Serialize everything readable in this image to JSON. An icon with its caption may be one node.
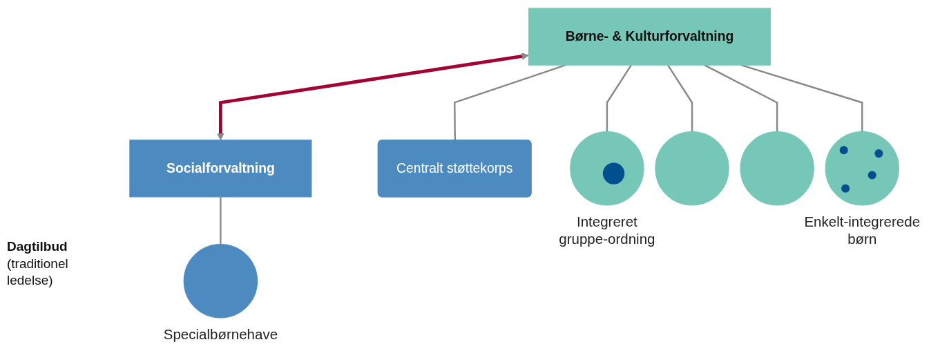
{
  "diagram": {
    "nodes": [
      {
        "text": [
          "Børne- & Kulturforvaltning"
        ]
      },
      {
        "text": [
          "Socialforvaltning"
        ]
      },
      {
        "text": [
          "Centralt støttekorps"
        ]
      },
      {
        "text": [],
        "shape": "circle",
        "beside": [
          "Integreret gruppe-ordning"
        ]
      },
      {
        "text": [],
        "shape": "circle"
      },
      {
        "text": [],
        "shape": "circle"
      },
      {
        "text": [],
        "shape": "circle",
        "beside": [
          "Enkelt-integrerede børn"
        ]
      },
      {
        "text": [],
        "shape": "circle",
        "beside": [
          "Specialbørnehave"
        ]
      }
    ],
    "edges": [
      {
        "from": 0,
        "to": 1,
        "arrow": "both",
        "style": "thick",
        "color": "#a50034"
      },
      {
        "from": 0,
        "to": 2,
        "arrow": "none"
      },
      {
        "from": 0,
        "to": 3,
        "arrow": "none"
      },
      {
        "from": 0,
        "to": 4,
        "arrow": "none"
      },
      {
        "from": 0,
        "to": 5,
        "arrow": "none"
      },
      {
        "from": 0,
        "to": 6,
        "arrow": "none"
      },
      {
        "from": 1,
        "to": 7,
        "arrow": "none"
      }
    ],
    "labels": [
      "Dagtilbud",
      "(traditionel ledelse)"
    ]
  }
}
